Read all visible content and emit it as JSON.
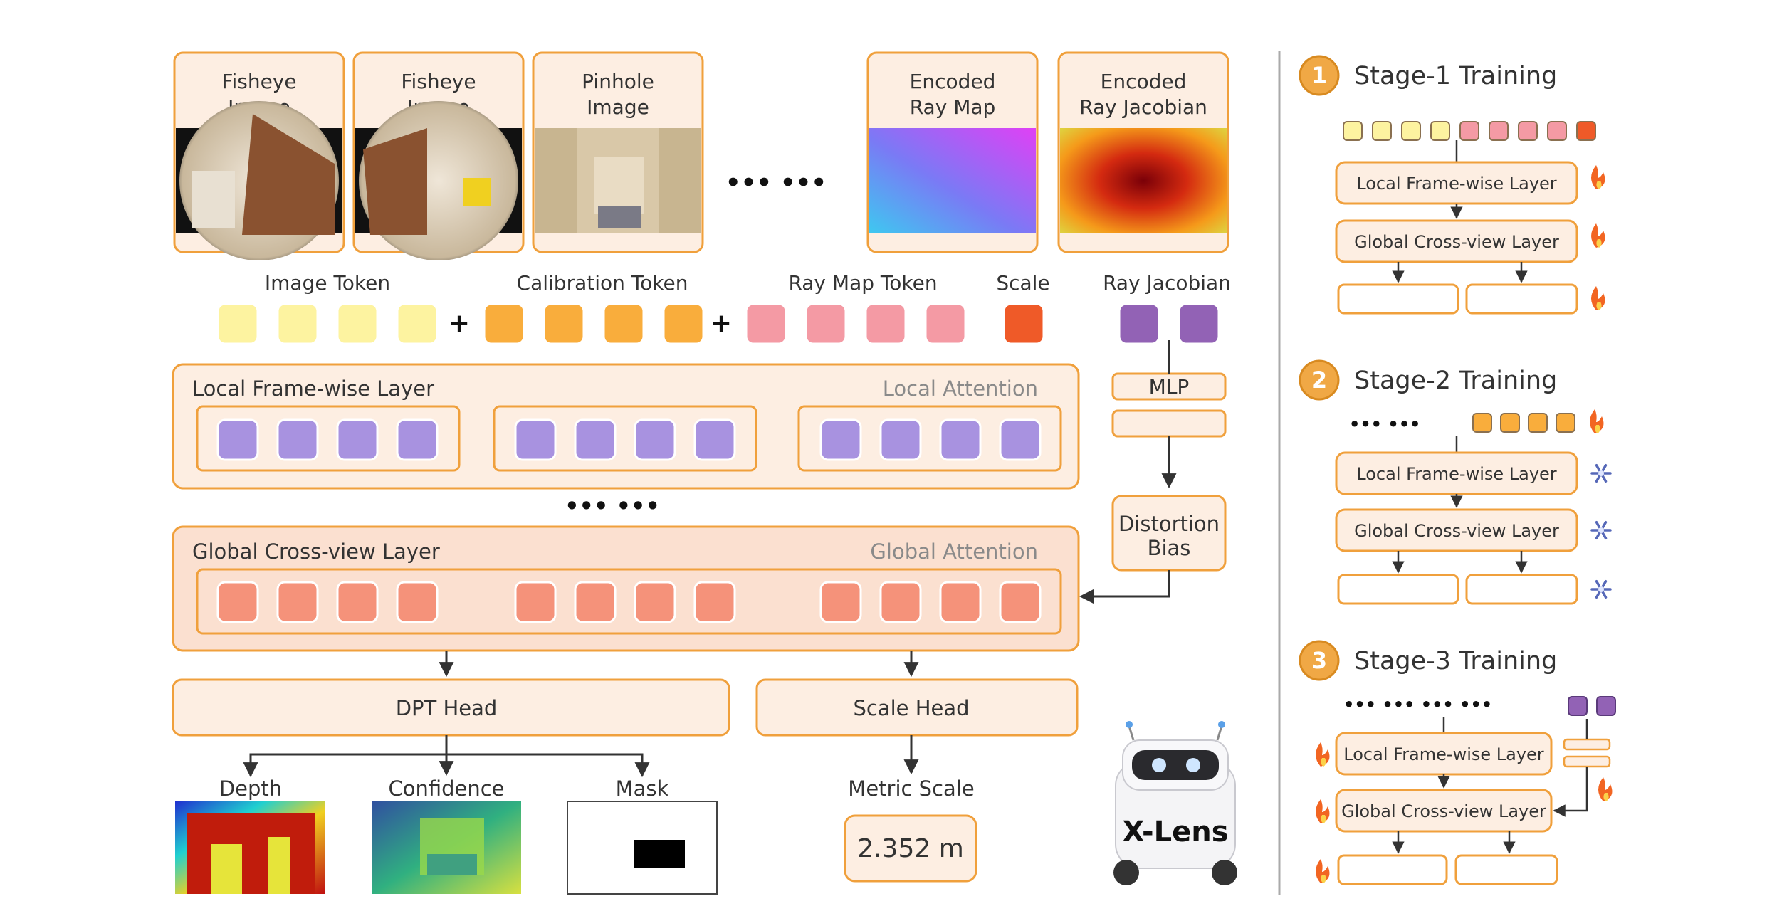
{
  "inputs": [
    {
      "label": [
        "Fisheye",
        "Image"
      ],
      "kind": "fisheye-a"
    },
    {
      "label": [
        "Fisheye",
        "Image"
      ],
      "kind": "fisheye-b"
    },
    {
      "label": [
        "Pinhole",
        "Image"
      ],
      "kind": "pinhole"
    },
    {
      "label": [
        "Encoded",
        "Ray Map"
      ],
      "kind": "raymap"
    },
    {
      "label": [
        "Encoded",
        "Ray Jacobian"
      ],
      "kind": "jacobian"
    }
  ],
  "input_ellipsis": "•••  •••",
  "token_labels": {
    "image": "Image Token",
    "calibration": "Calibration Token",
    "raymap": "Ray Map Token",
    "scale": "Scale",
    "jacobian": "Ray Jacobian"
  },
  "plus": "+",
  "local_layer": {
    "title": "Local Frame-wise Layer",
    "attention": "Local Attention"
  },
  "layer_ellipsis": "•••  •••",
  "global_layer": {
    "title": "Global Cross-view Layer",
    "attention": "Global Attention"
  },
  "mlp": "MLP",
  "distortion_bias": [
    "Distortion",
    "Bias"
  ],
  "dpt_head": "DPT Head",
  "scale_head": "Scale Head",
  "outputs": {
    "depth": "Depth",
    "confidence": "Confidence",
    "mask": "Mask",
    "metric_scale": "Metric Scale"
  },
  "metric_value": "2.352 m",
  "robot_logo": "X-Lens",
  "stages": [
    {
      "number": "1",
      "title": "Stage-1 Training",
      "local": "Local Frame-wise Layer",
      "global": "Global Cross-view Layer"
    },
    {
      "number": "2",
      "title": "Stage-2 Training",
      "local": "Local Frame-wise Layer",
      "global": "Global Cross-view Layer",
      "ellipsis": "•••   •••"
    },
    {
      "number": "3",
      "title": "Stage-3 Training",
      "local": "Local Frame-wise Layer",
      "global": "Global Cross-view Layer",
      "ellipsis": "•••   •••   •••   •••"
    }
  ],
  "colors": {
    "orange_border": "#f0a03c",
    "box_fill": "#fdeee2",
    "yellow": "#fdf3a0",
    "orange": "#f9ad3c",
    "pink": "#f49aa4",
    "scale": "#ef5a28",
    "jacobian": "#9262b5",
    "local_token": "#a892e0",
    "global_token": "#f5927a",
    "stage_badge": "#f0a845",
    "frozen": "#5668b8"
  },
  "icons": {
    "trainable": "flame-icon",
    "frozen": "snowflake-icon"
  }
}
